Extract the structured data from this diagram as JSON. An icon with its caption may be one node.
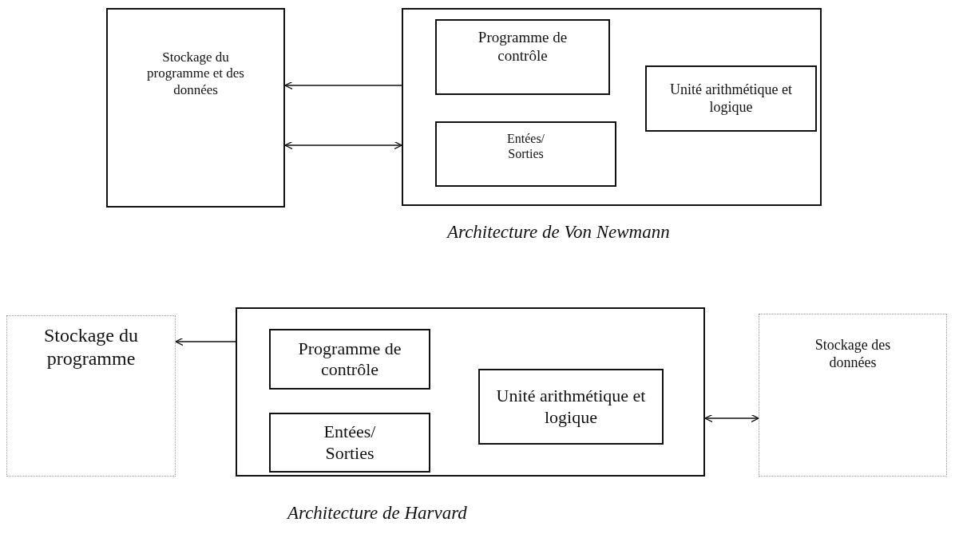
{
  "diagram": {
    "nodes": [
      {
        "text": [
          "Stockage du programme et des données"
        ]
      },
      {
        "text": [],
        "shape": "box"
      },
      {
        "text": [
          "Programme de contrôle"
        ],
        "in": 1
      },
      {
        "text": [
          "Entées/ Sorties"
        ],
        "in": 1
      },
      {
        "text": [
          "Unité arithmétique et logique"
        ],
        "in": 1
      },
      {
        "text": [
          "Stockage du programme"
        ]
      },
      {
        "text": [],
        "shape": "box"
      },
      {
        "text": [
          "Programme de contrôle"
        ],
        "in": 6
      },
      {
        "text": [
          "Entées/ Sorties"
        ],
        "in": 6
      },
      {
        "text": [
          "Unité arithmétique et logique"
        ],
        "in": 6
      },
      {
        "text": [
          "Stockage des données"
        ]
      }
    ],
    "edges": [
      {
        "from": 1,
        "to": 0,
        "arrow": "to"
      },
      {
        "from": 0,
        "to": 1,
        "arrow": "both"
      },
      {
        "from": 6,
        "to": 5,
        "arrow": "to"
      },
      {
        "from": 6,
        "to": 10,
        "arrow": "both"
      }
    ],
    "labels": [
      "Architecture de Von Newmann",
      "Architecture de Harvard"
    ]
  }
}
